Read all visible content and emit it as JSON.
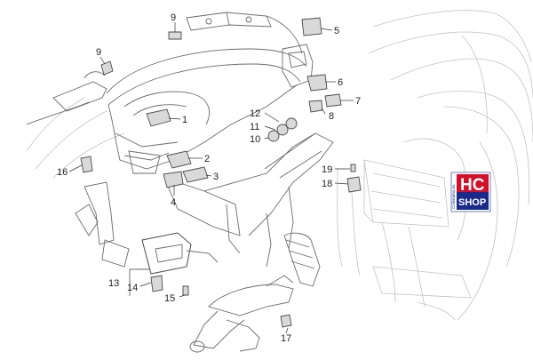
{
  "callouts": [
    {
      "id": "1",
      "text": "1"
    },
    {
      "id": "2",
      "text": "2"
    },
    {
      "id": "3",
      "text": "3"
    },
    {
      "id": "4",
      "text": "4"
    },
    {
      "id": "5",
      "text": "5"
    },
    {
      "id": "6",
      "text": "6"
    },
    {
      "id": "7",
      "text": "7"
    },
    {
      "id": "8",
      "text": "8"
    },
    {
      "id": "9a",
      "text": "9"
    },
    {
      "id": "9b",
      "text": "9"
    },
    {
      "id": "10",
      "text": "10"
    },
    {
      "id": "11",
      "text": "11"
    },
    {
      "id": "12",
      "text": "12"
    },
    {
      "id": "13",
      "text": "13"
    },
    {
      "id": "14",
      "text": "14"
    },
    {
      "id": "15",
      "text": "15"
    },
    {
      "id": "16",
      "text": "16"
    },
    {
      "id": "17",
      "text": "17"
    },
    {
      "id": "18",
      "text": "18"
    },
    {
      "id": "19",
      "text": "19"
    }
  ],
  "logo": {
    "top": "HC",
    "bottom": "SHOP",
    "side": "Colisnamu.eu",
    "color_red": "#d3102a",
    "color_blue": "#1a2a8a"
  },
  "colors": {
    "line": "#6a6a6a",
    "faint": "#bdbdbd",
    "part": "#4a4a4a",
    "part_fill": "#d9d9d9"
  }
}
